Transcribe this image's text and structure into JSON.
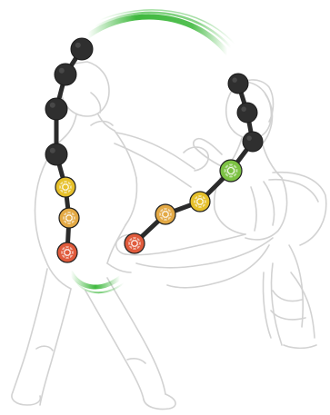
{
  "illustration": {
    "style": "line drawing of two figures with chakra energy nodes",
    "colors": {
      "outline": "#d2d2d2",
      "chain": "#2b2b2b",
      "dark_node": "#2f2f2f",
      "energy_arc": "#35b534",
      "yellow_node": "#e6c02a",
      "orange_node": "#e3a945",
      "red_node": "#e05b3c",
      "green_node": "#7cc243"
    },
    "left_figure": {
      "nodes": [
        {
          "kind": "dark",
          "icon": "crown-node-icon"
        },
        {
          "kind": "dark",
          "icon": "third-eye-node-icon"
        },
        {
          "kind": "dark",
          "icon": "throat-node-icon"
        },
        {
          "kind": "dark",
          "icon": "heart-node-icon"
        },
        {
          "kind": "yellow",
          "icon": "solar-plexus-node-icon"
        },
        {
          "kind": "orange",
          "icon": "sacral-node-icon"
        },
        {
          "kind": "red",
          "icon": "root-node-icon"
        }
      ]
    },
    "right_figure": {
      "nodes": [
        {
          "kind": "dark",
          "icon": "crown-node-icon"
        },
        {
          "kind": "dark",
          "icon": "third-eye-node-icon"
        },
        {
          "kind": "dark",
          "icon": "throat-node-icon"
        },
        {
          "kind": "green",
          "icon": "heart-node-icon"
        },
        {
          "kind": "yellow",
          "icon": "solar-plexus-node-icon"
        },
        {
          "kind": "orange",
          "icon": "sacral-node-icon"
        },
        {
          "kind": "red",
          "icon": "root-node-icon"
        }
      ]
    },
    "energy_arcs": [
      {
        "icon": "upper-energy-arc-icon"
      },
      {
        "icon": "lower-energy-arc-icon"
      }
    ]
  }
}
